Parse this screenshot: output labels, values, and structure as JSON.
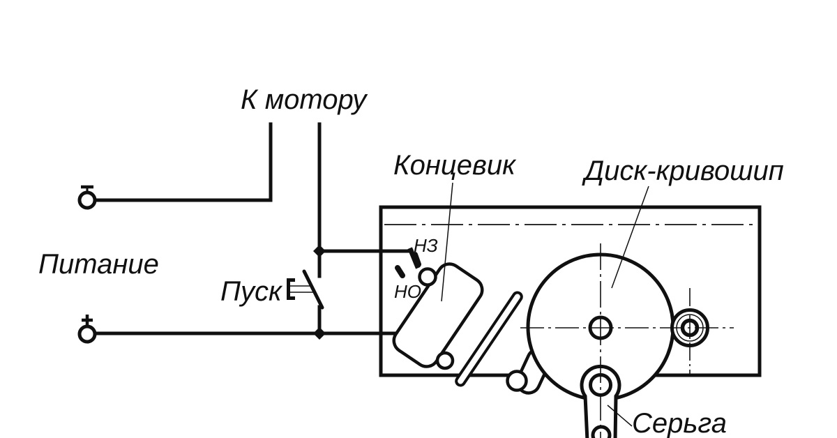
{
  "colors": {
    "background": "#ffffff",
    "ink": "#101010"
  },
  "labels": {
    "to_motor": "К мотору",
    "power": "Питание",
    "start": "Пуск",
    "limit_switch": "Концевик",
    "disk_crank": "Диск-кривошип",
    "shackle": "Серьга",
    "contact_nc": "НЗ",
    "contact_no": "НО"
  }
}
